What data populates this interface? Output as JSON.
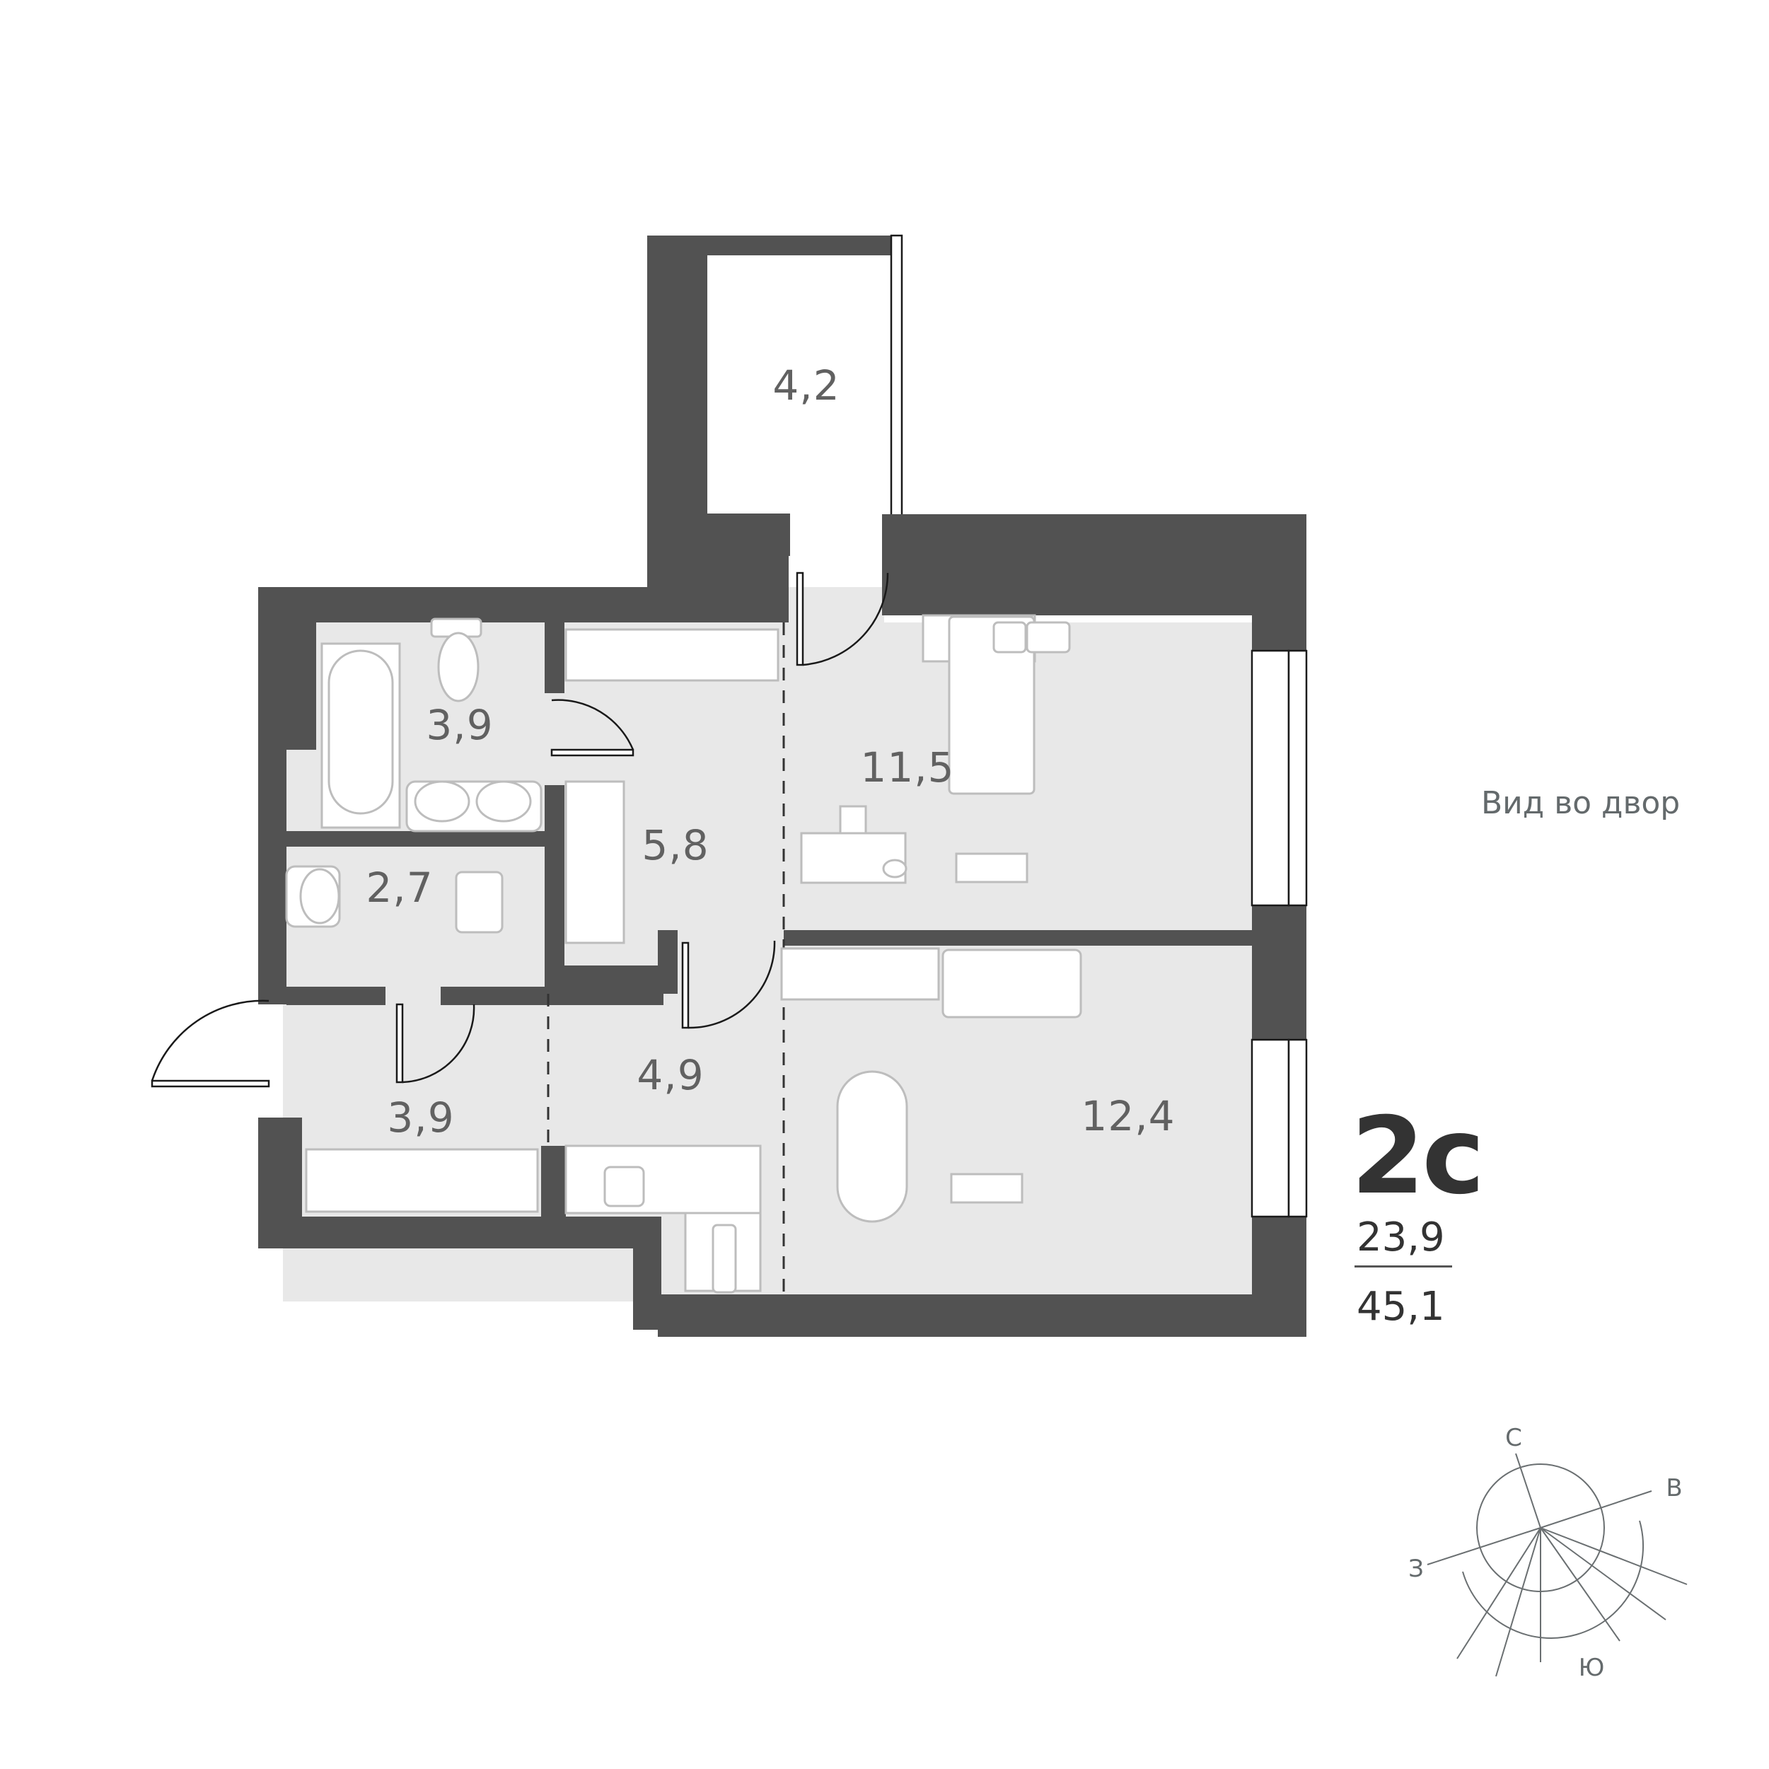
{
  "apartment": {
    "type": "2с",
    "living_area": "23,9",
    "total_area": "45,1",
    "view": "Вид во двор"
  },
  "rooms": [
    {
      "name": "balcony",
      "area": "4,2"
    },
    {
      "name": "bathroom",
      "area": "3,9"
    },
    {
      "name": "laundry",
      "area": "2,7"
    },
    {
      "name": "hallway-corridor",
      "area": "5,8"
    },
    {
      "name": "bedroom",
      "area": "11,5"
    },
    {
      "name": "entrance-hall",
      "area": "3,9"
    },
    {
      "name": "kitchen-zone",
      "area": "4,9"
    },
    {
      "name": "living-room",
      "area": "12,4"
    }
  ],
  "compass": {
    "north": "С",
    "east": "В",
    "west": "З",
    "south": "Ю"
  },
  "colors": {
    "wall": "#525252",
    "floor": "#e8e8e8",
    "furniture_stroke": "#bdbdbd",
    "label": "#616161",
    "compass": "#646a6c"
  }
}
